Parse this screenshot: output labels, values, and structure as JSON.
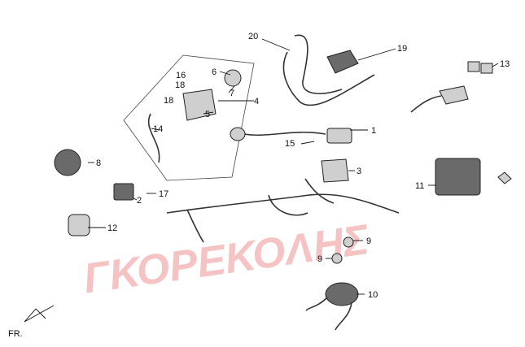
{
  "labels": {
    "n1": "1",
    "n2": "2",
    "n3": "3",
    "n4": "4",
    "n5": "5",
    "n6": "6",
    "n7": "7",
    "n8": "8",
    "n9a": "9",
    "n9b": "9",
    "n10": "10",
    "n11": "11",
    "n12": "12",
    "n13": "13",
    "n14": "14",
    "n15": "15",
    "n16": "16",
    "n17": "17",
    "n18a": "18",
    "n18b": "18",
    "n19": "19",
    "n20": "20"
  },
  "watermark": "ΓΚΟΡΕΚΟΛΗΣ",
  "direction_label": "FR.",
  "colors": {
    "watermark": "#e87a7a",
    "line": "#222222"
  }
}
